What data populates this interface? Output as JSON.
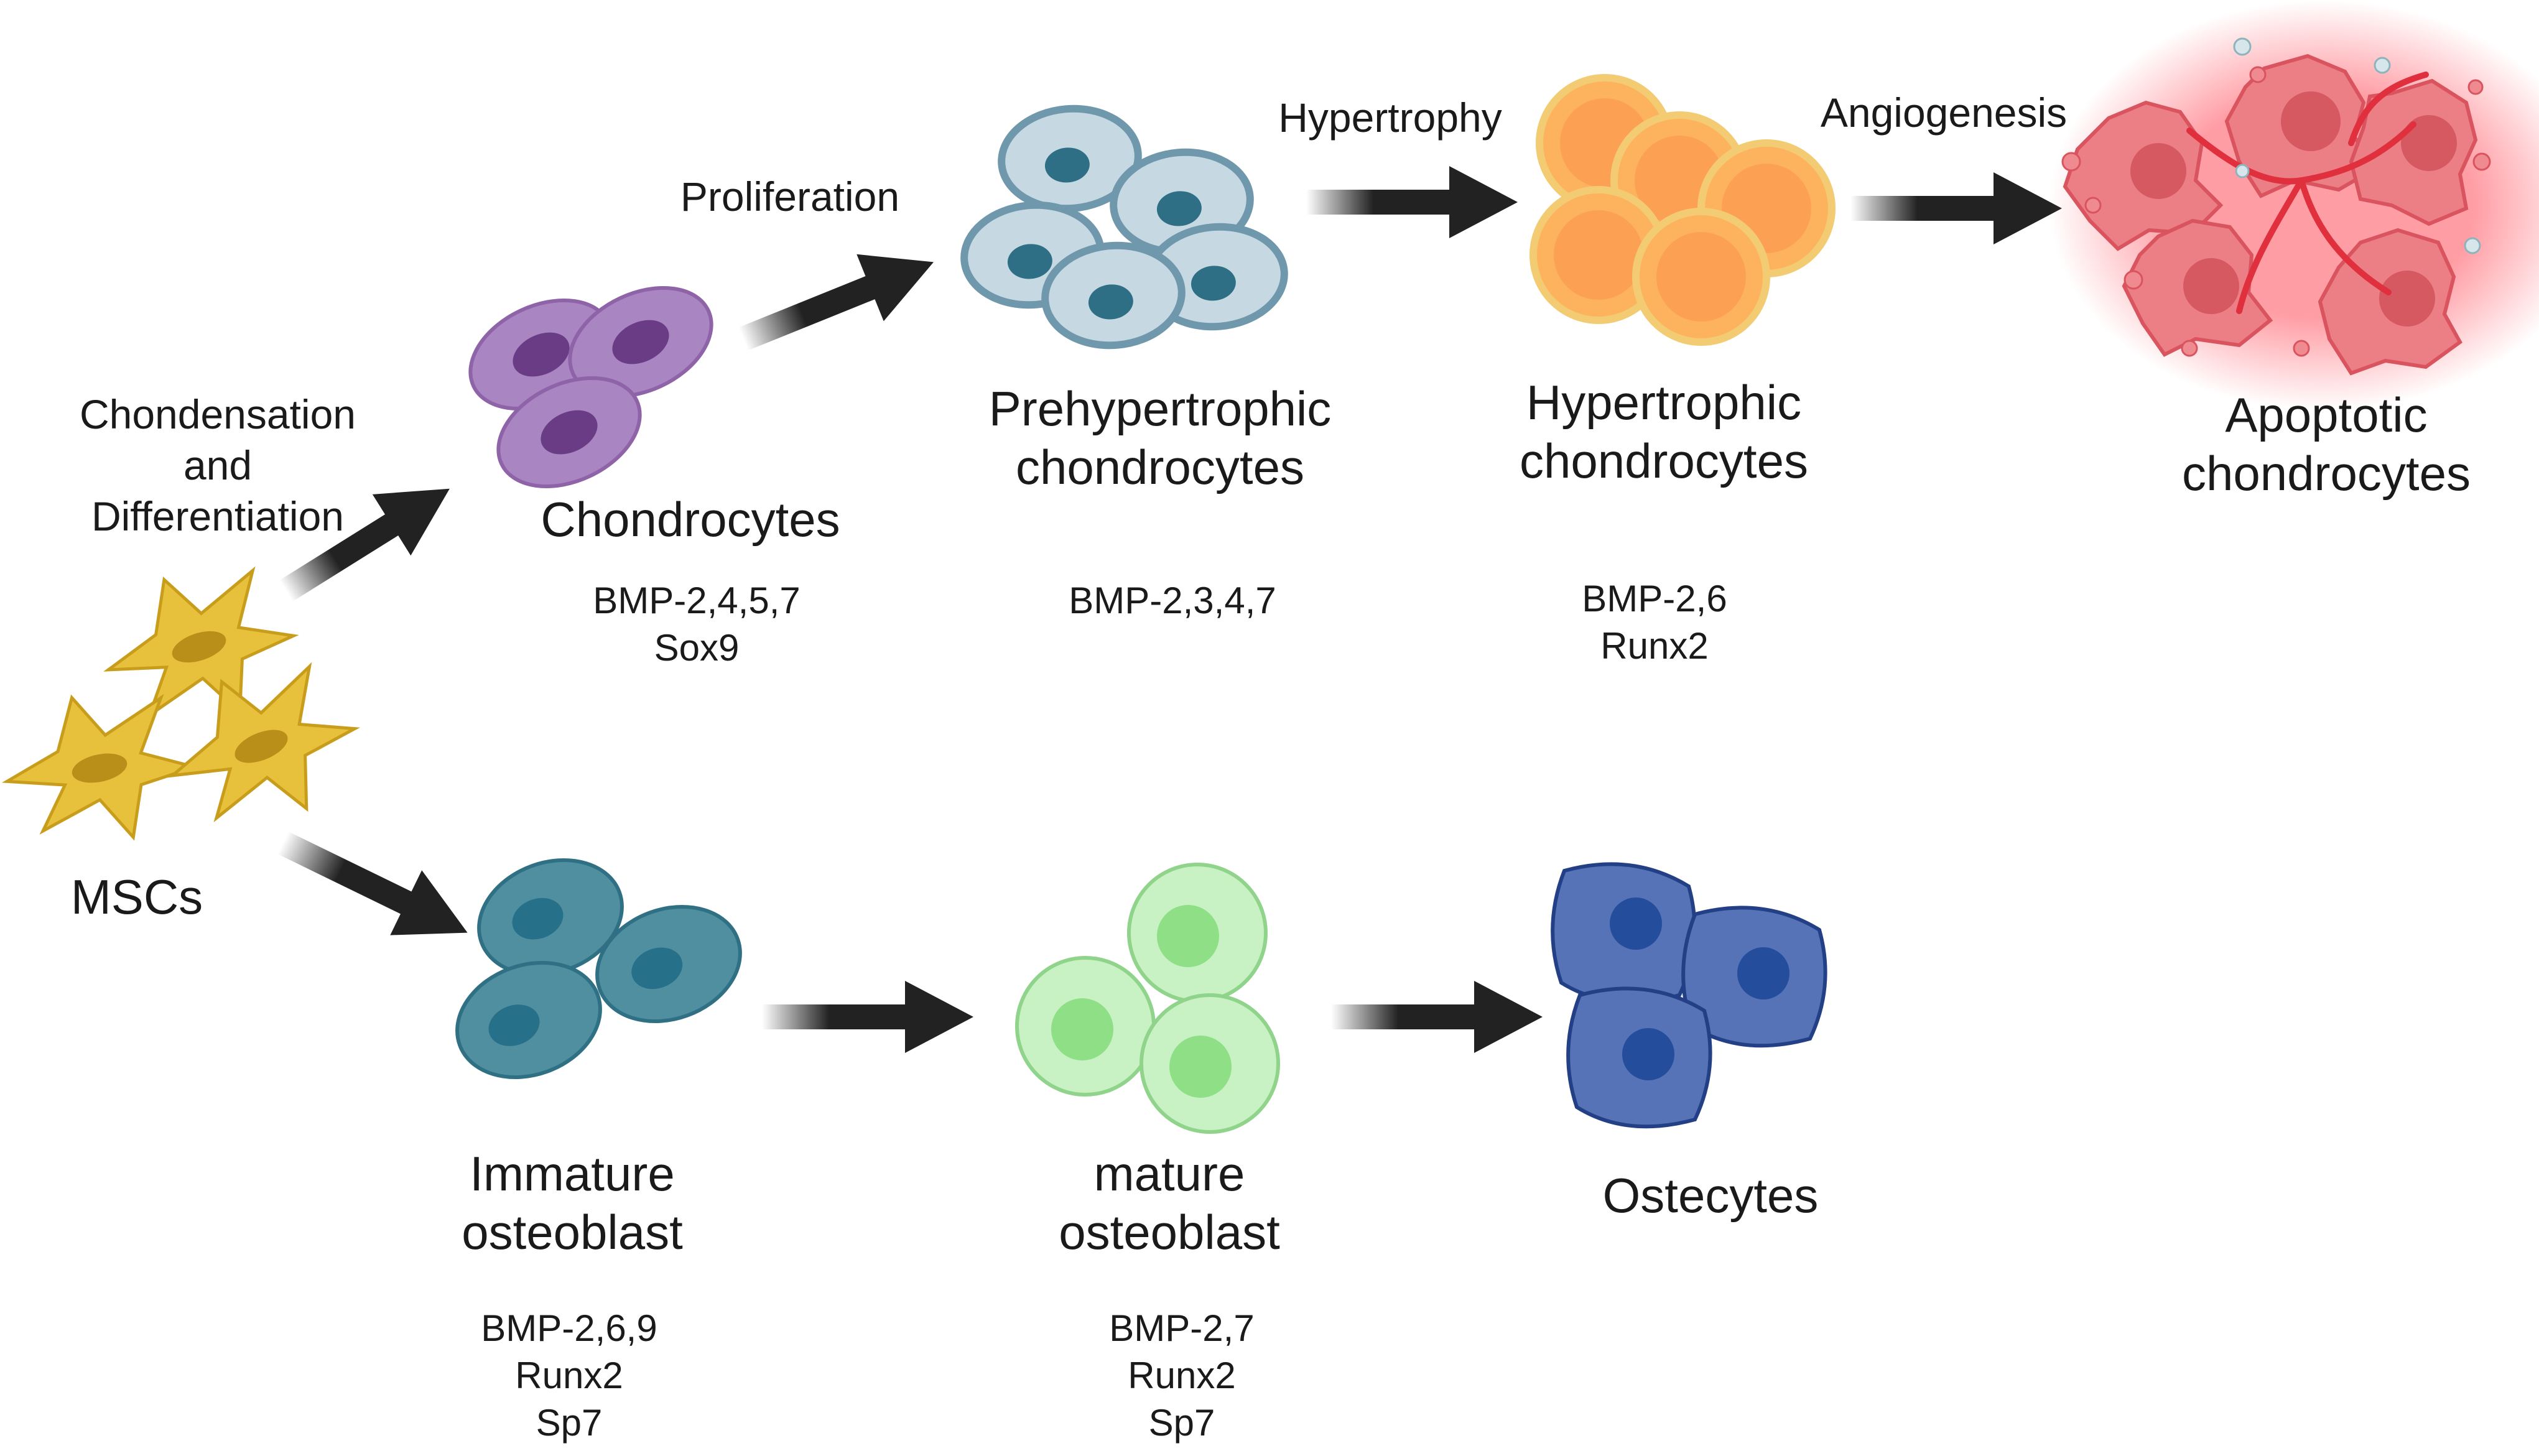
{
  "process_labels": {
    "condensation": [
      "Chondensation",
      "and",
      "Differentiation"
    ],
    "proliferation": "Proliferation",
    "hypertrophy": "Hypertrophy",
    "angiogenesis": "Angiogenesis"
  },
  "stages": {
    "mscs": {
      "name": [
        "MSCs"
      ],
      "color": "#e8c13c"
    },
    "chondrocytes": {
      "name": [
        "Chondrocytes"
      ],
      "markers": [
        "BMP-2,4,5,7",
        "Sox9"
      ],
      "color": "#a985c1"
    },
    "prehypertrophic": {
      "name": [
        "Prehypertrophic",
        "chondrocytes"
      ],
      "markers": [
        "BMP-2,3,4,7"
      ],
      "color": "#c6d9e3"
    },
    "hypertrophic": {
      "name": [
        "Hypertrophic",
        "chondrocytes"
      ],
      "markers": [
        "BMP-2,6",
        "Runx2"
      ],
      "color": "#fdb25e"
    },
    "apoptotic": {
      "name": [
        "Apoptotic",
        "chondrocytes"
      ],
      "color": "#ec7f86"
    },
    "immature_osteoblast": {
      "name": [
        "Immature",
        "osteoblast"
      ],
      "markers": [
        "BMP-2,6,9",
        "Runx2",
        "Sp7"
      ],
      "color": "#4f8fa0"
    },
    "mature_osteoblast": {
      "name": [
        "mature",
        "osteoblast"
      ],
      "markers": [
        "BMP-2,7",
        "Runx2",
        "Sp7"
      ],
      "color": "#c8f2c4"
    },
    "osteocytes": {
      "name": [
        "Ostecytes"
      ],
      "color": "#5673b8"
    }
  }
}
